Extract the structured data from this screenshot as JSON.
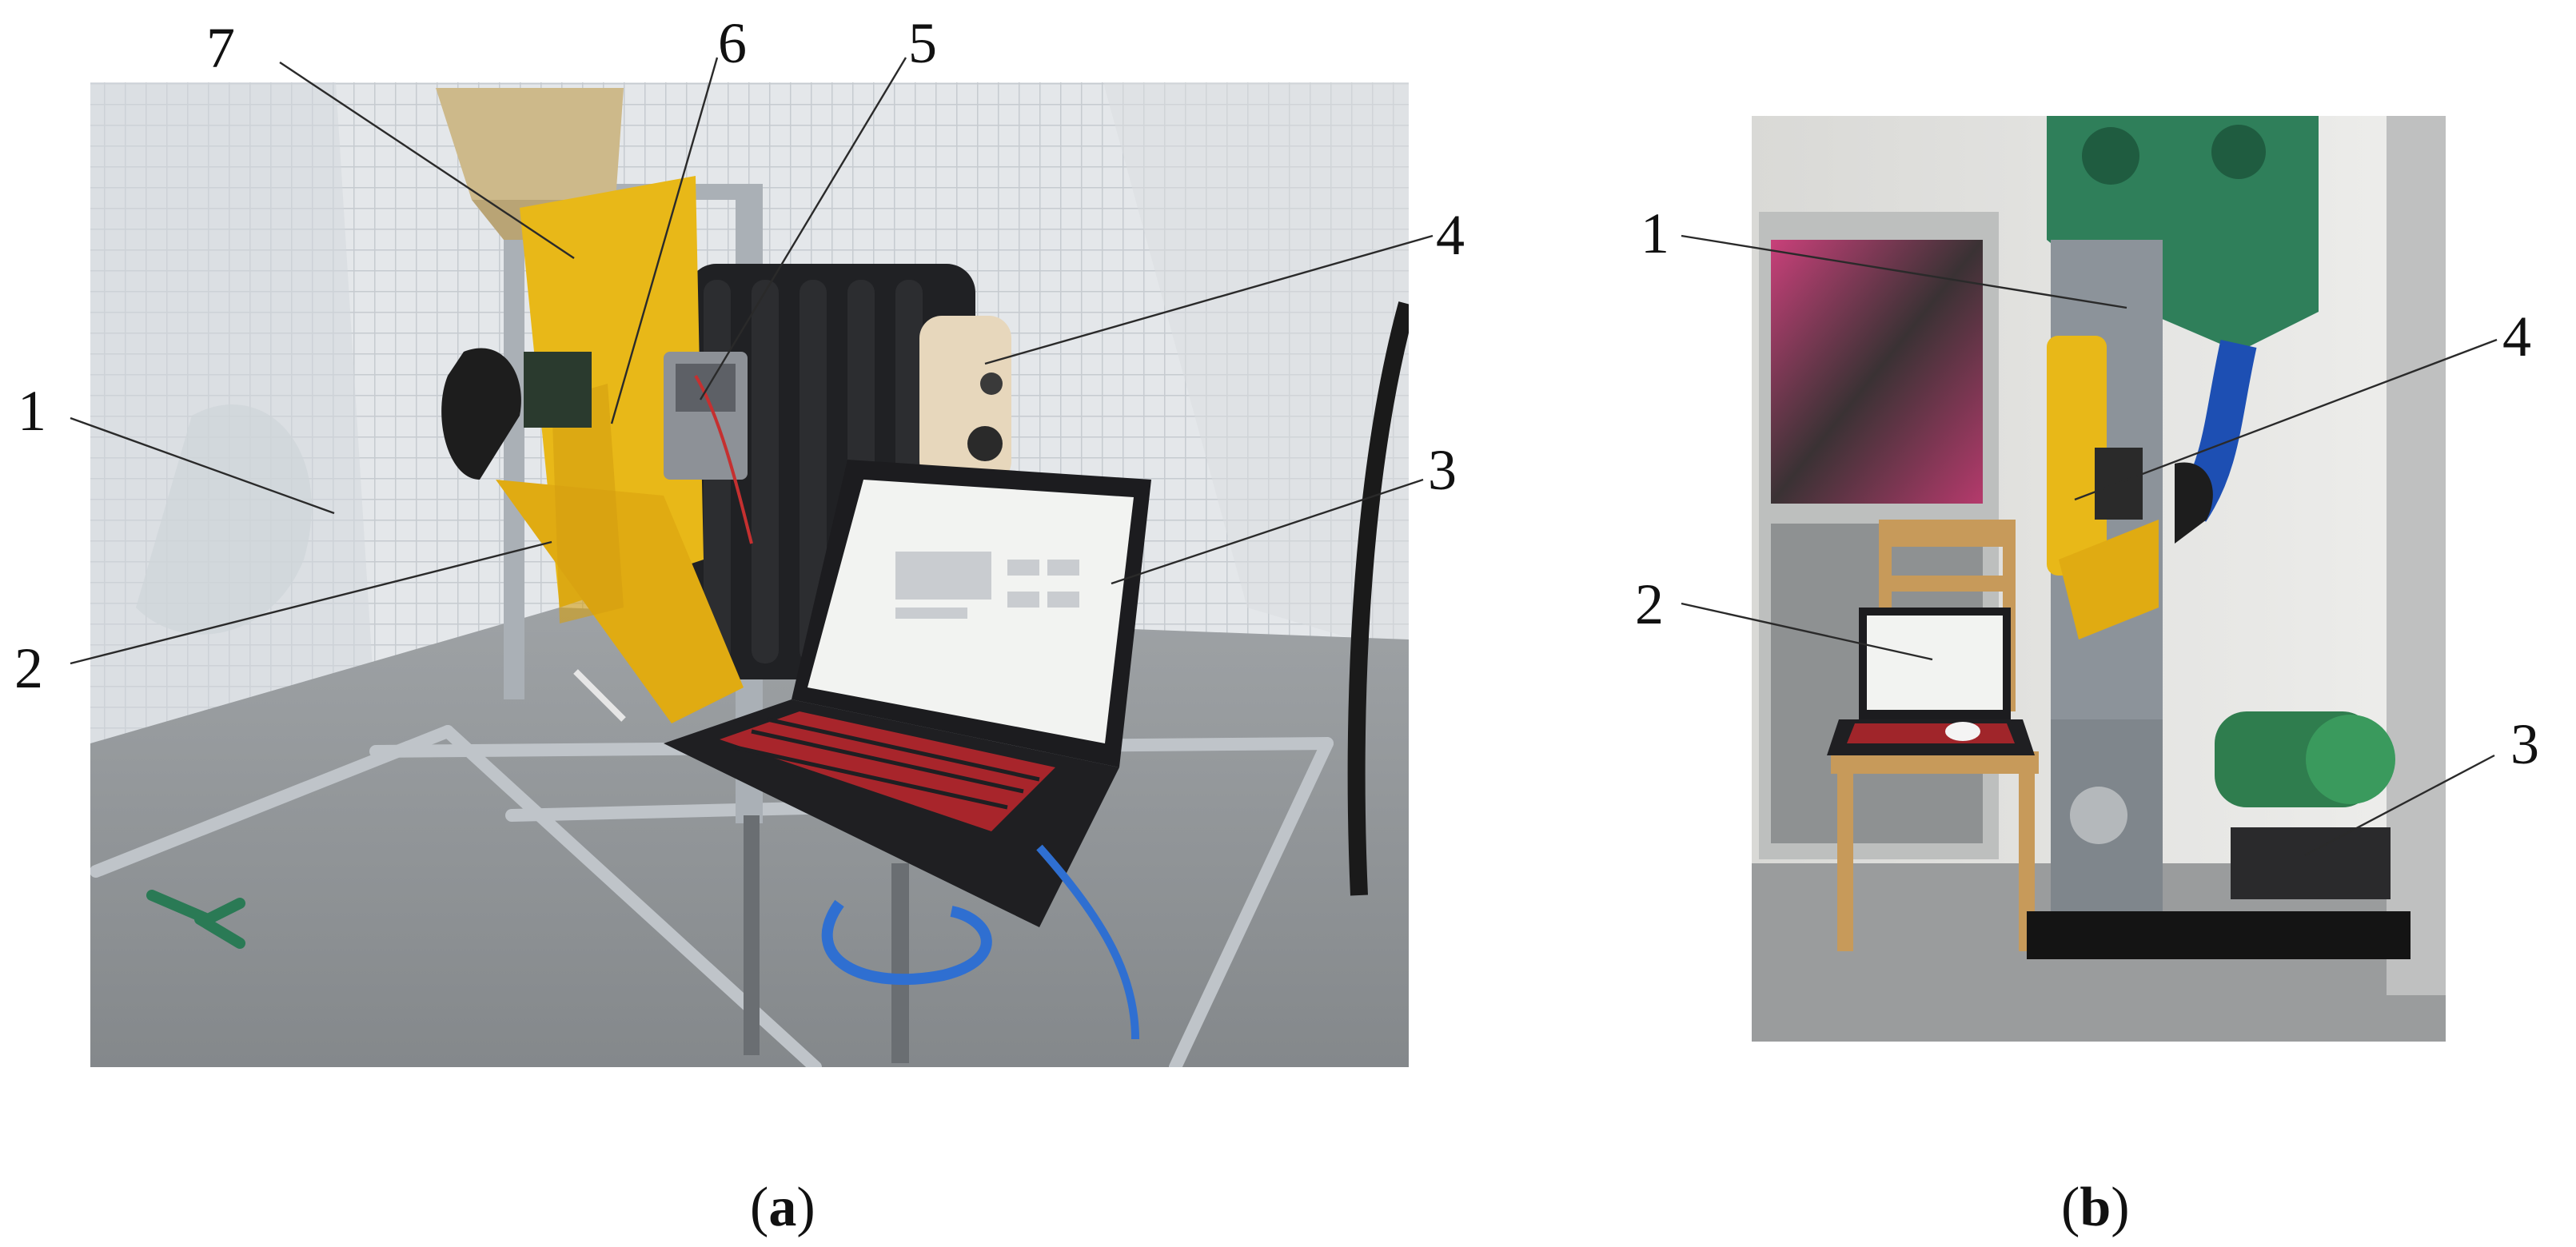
{
  "figure": {
    "panel_a": {
      "caption_letter": "a",
      "callouts": [
        "7",
        "6",
        "5",
        "4",
        "1",
        "3",
        "2"
      ]
    },
    "panel_b": {
      "caption_letter": "b",
      "callouts": [
        "1",
        "4",
        "2",
        "3"
      ]
    }
  },
  "colors": {
    "machine_yellow": "#e8b818",
    "hopper_tan": "#cdb98a",
    "mesh_white": "#e8ebee",
    "floor_grey": "#8f9396",
    "frame_steel": "#b7bcc1",
    "laptop_black": "#1c1c1f",
    "screen_white": "#f2f3f1",
    "keyboard_red": "#c1272d",
    "heater_black": "#202124",
    "controller_cream": "#e7d7bc",
    "cable_blue": "#2f6fd1",
    "elevator_grey": "#8c939a",
    "hopper_green": "#2f7f5a",
    "pipe_blue": "#1d4fb3",
    "chair_wood": "#c79a5a",
    "wall_white": "#e9e9e7",
    "motor_green": "#2f7d4e",
    "base_black": "#141414"
  }
}
